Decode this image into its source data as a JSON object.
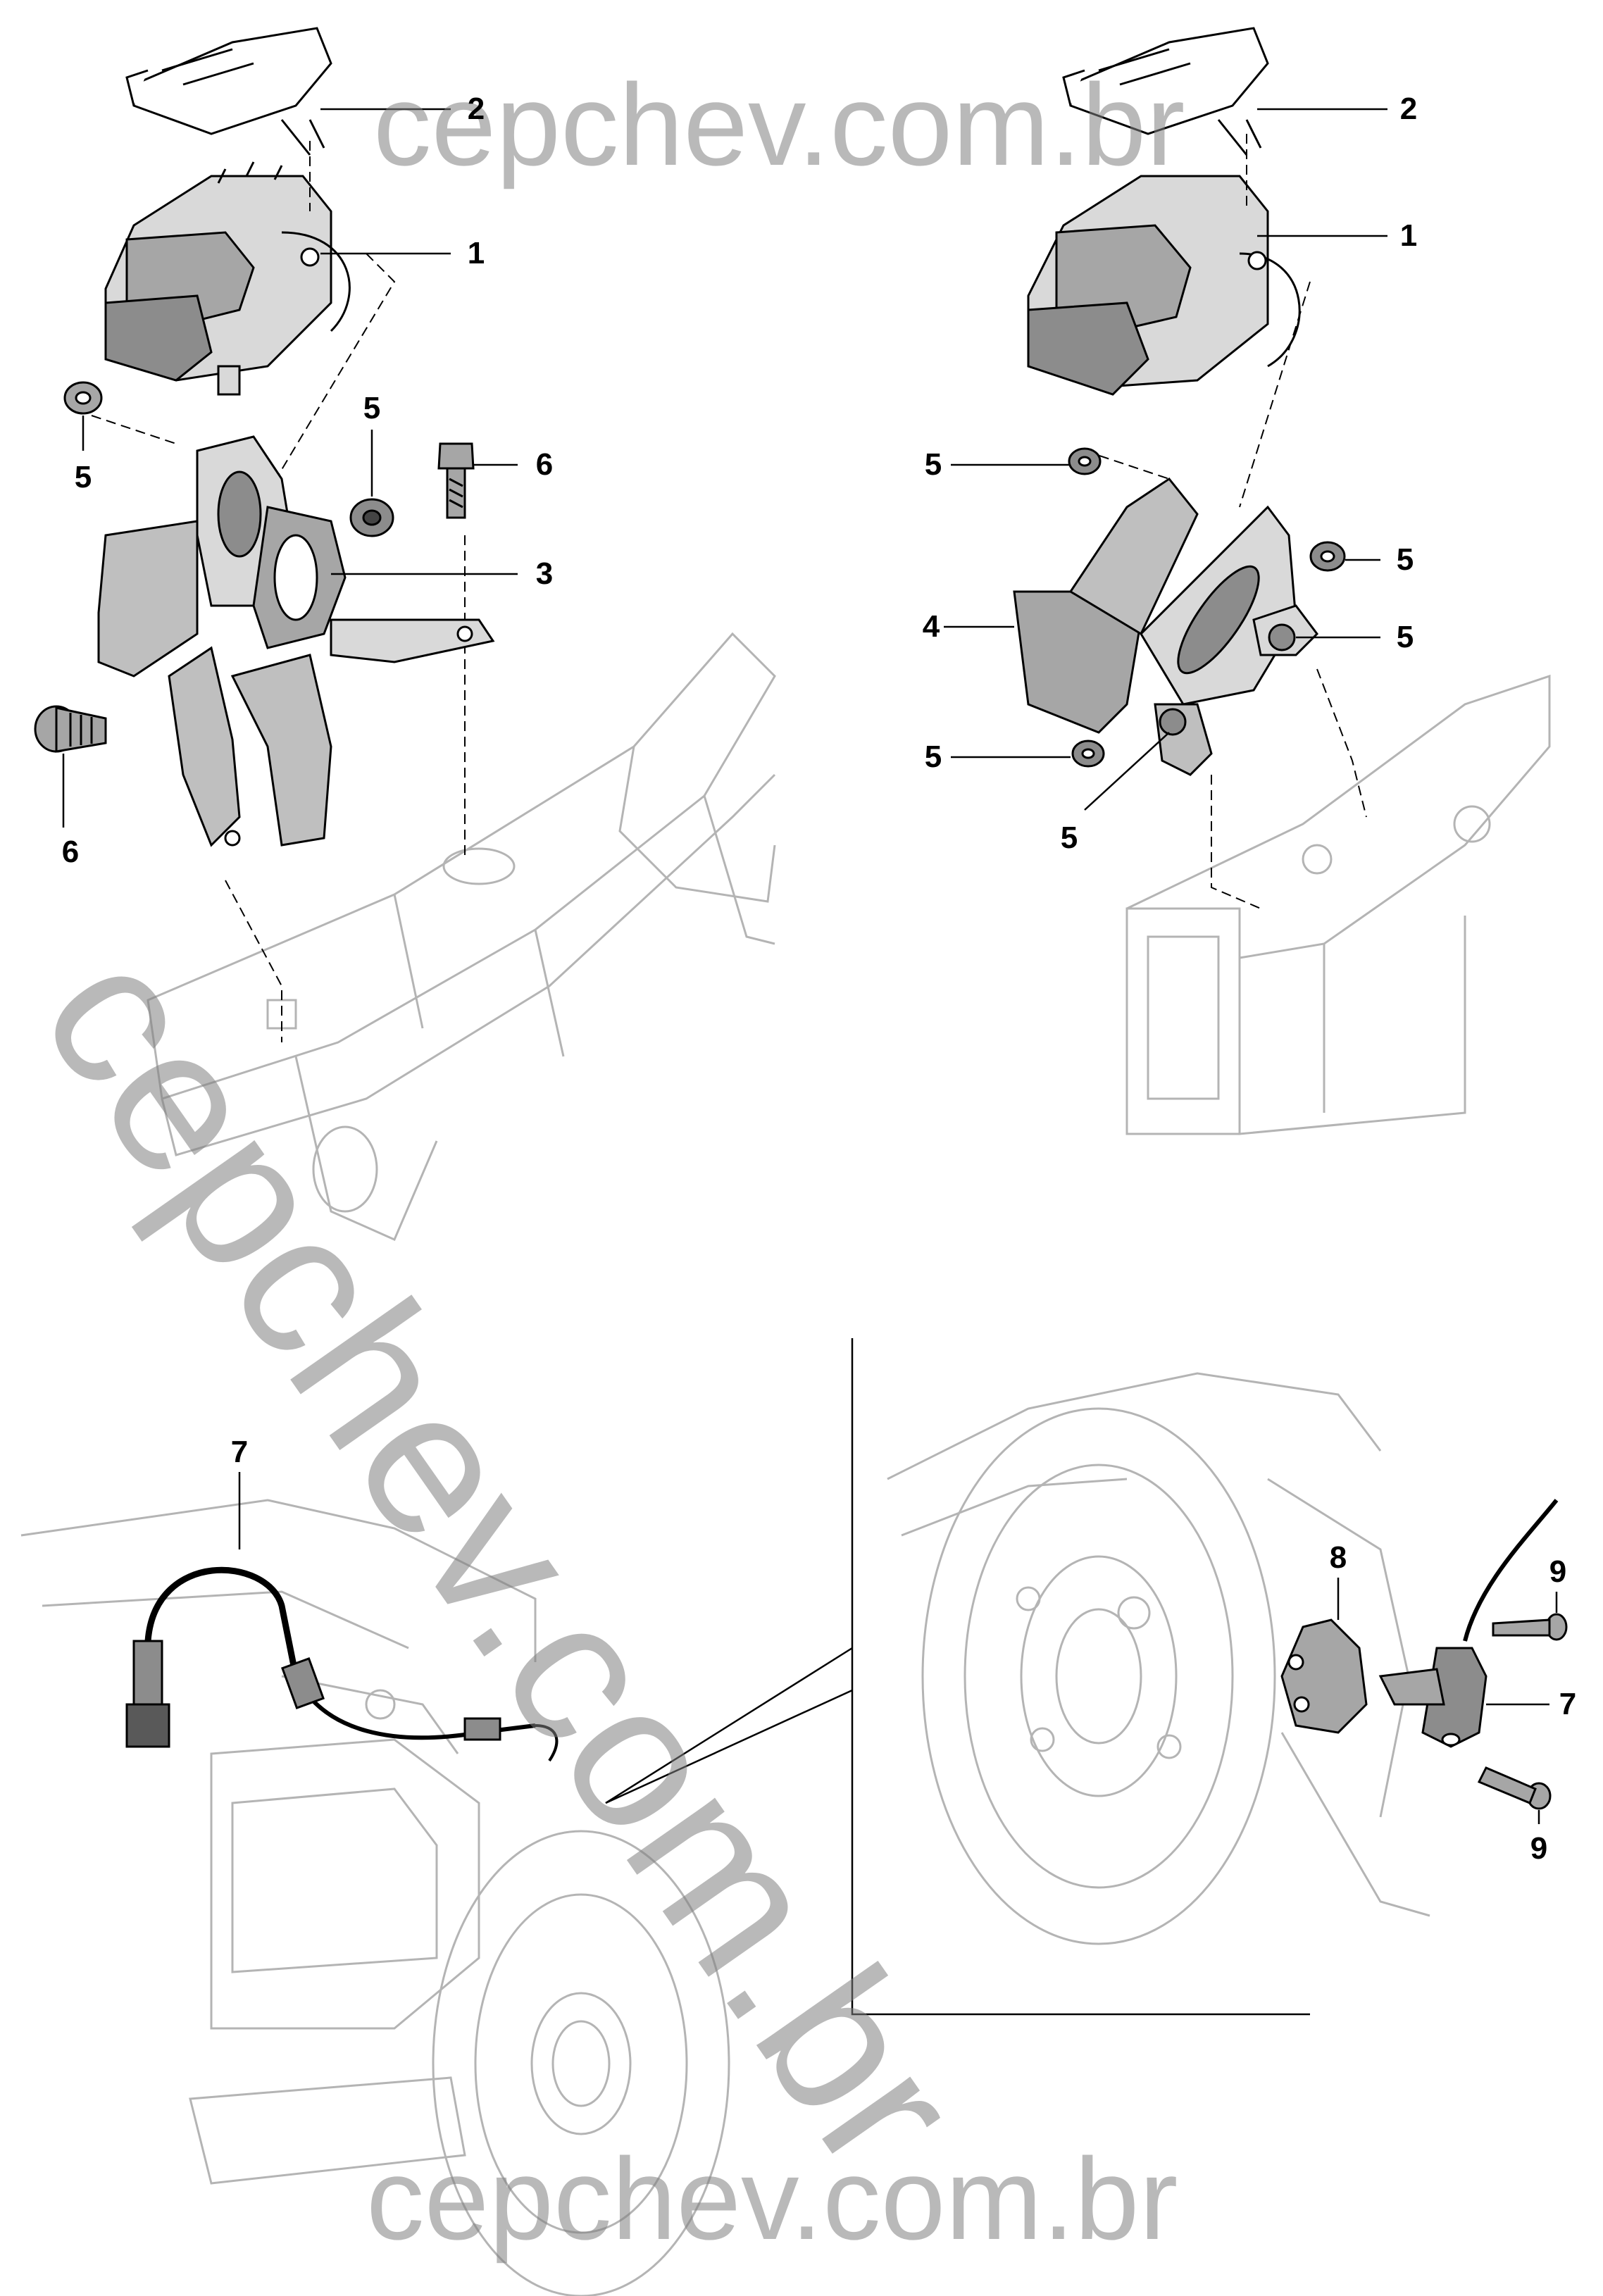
{
  "watermark": {
    "top_text": "cepchev.com.br",
    "diagonal_text": "cepchev.com.br",
    "bottom_text": "cepchev.com.br"
  },
  "callouts": {
    "left_unit": {
      "label_2": "2",
      "label_1": "1",
      "label_5_nut_left": "5",
      "label_5_nut_right": "5",
      "label_6_bolt_right": "6",
      "label_3": "3",
      "label_6_bolt_left": "6"
    },
    "right_unit": {
      "label_2": "2",
      "label_1": "1",
      "label_5_upper_left": "5",
      "label_5_right_upper": "5",
      "label_4": "4",
      "label_5_right_lower": "5",
      "label_5_lower_left": "5",
      "label_5_bottom": "5"
    },
    "sensor": {
      "label_7_cable": "7",
      "label_8": "8",
      "label_9_upper": "9",
      "label_7_sensor": "7",
      "label_9_lower": "9"
    }
  },
  "colors": {
    "line_dark": "#000000",
    "line_faint": "#b4b4b4",
    "part_fill": "#d9d9d9",
    "part_fill_dark": "#a6a6a6",
    "watermark": "#8c8c8c"
  }
}
